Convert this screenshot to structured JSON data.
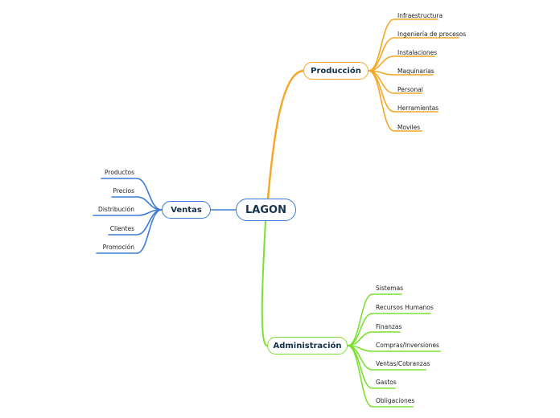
{
  "center": {
    "label": "LAGON"
  },
  "colors": {
    "produccion": "#f5a623",
    "ventas": "#3a7bd5",
    "administracion": "#7be02f",
    "center": "#3a7bd5"
  },
  "produccion": {
    "label": "Producción",
    "items": [
      "Infraestructura",
      "Ingeniería de procesos",
      "Instalaciones",
      "Maquinarias",
      "Personal",
      "Herramientas",
      "Moviles"
    ]
  },
  "ventas": {
    "label": "Ventas",
    "items": [
      "Productos",
      "Precios",
      "Distribución",
      "Clientes",
      "Promoción"
    ]
  },
  "administracion": {
    "label": "Administración",
    "items": [
      "Sistemas",
      "Recursos Humanos",
      "Finanzas",
      "Compras/Inversiones",
      "Ventas/Cobranzas",
      "Gastos",
      "Obligaciones"
    ]
  }
}
